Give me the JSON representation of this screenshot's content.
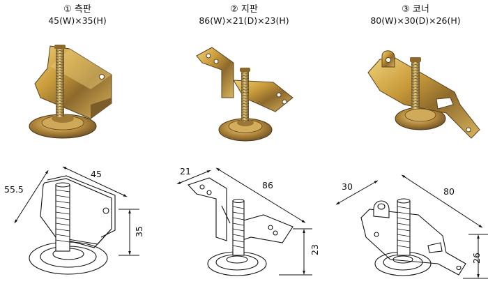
{
  "products": [
    {
      "title": "① 측판",
      "dims": "45(W)×35(H)",
      "labels": [
        "55.5",
        "45",
        "35"
      ]
    },
    {
      "title": "② 지판",
      "dims": "86(W)×21(D)×23(H)",
      "labels": [
        "21",
        "86",
        "23"
      ]
    },
    {
      "title": "③ 코너",
      "dims": "80(W)×30(D)×26(H)",
      "labels": [
        "30",
        "80",
        "26"
      ]
    }
  ]
}
